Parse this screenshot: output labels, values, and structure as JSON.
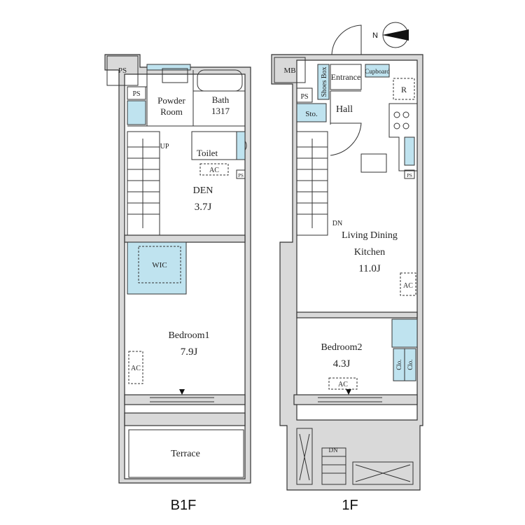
{
  "floors": {
    "b1": {
      "label": "B1F",
      "rooms": {
        "ps_top": "PS",
        "ps_small": "PS",
        "powder_line1": "Powder",
        "powder_line2": "Room",
        "bath_line1": "Bath",
        "bath_line2": "1317",
        "toilet": "Toilet",
        "ac_toilet": "AC",
        "ps_toilet": "PS",
        "up": "UP",
        "den_name": "DEN",
        "den_size": "3.7J",
        "wic": "WIC",
        "bedroom1_name": "Bedroom1",
        "bedroom1_size": "7.9J",
        "ac_bedroom1": "AC",
        "terrace": "Terrace"
      }
    },
    "f1": {
      "label": "1F",
      "rooms": {
        "mb": "MB",
        "shoes_box": "Shoes Box",
        "entrance": "Entrance",
        "cupboard": "Cupboard",
        "refrigerator": "R",
        "ps": "PS",
        "storage": "Sto.",
        "hall": "Hall",
        "ps_kitchen": "PS",
        "dn_stair": "DN",
        "ldk_line1": "Living Dining",
        "ldk_line2": "Kitchen",
        "ldk_size": "11.0J",
        "ac_ldk": "AC",
        "bedroom2_name": "Bedroom2",
        "bedroom2_size": "4.3J",
        "clo_1": "Clo.",
        "clo_2": "Clo.",
        "ac_bedroom2": "AC",
        "dn_outside": "DN"
      }
    }
  },
  "compass": {
    "label": "N",
    "icon": "compass-north-icon"
  },
  "colors": {
    "storage_fill": "#bfe3ef",
    "wall_fill": "#d9d9d9",
    "line": "#333333"
  }
}
